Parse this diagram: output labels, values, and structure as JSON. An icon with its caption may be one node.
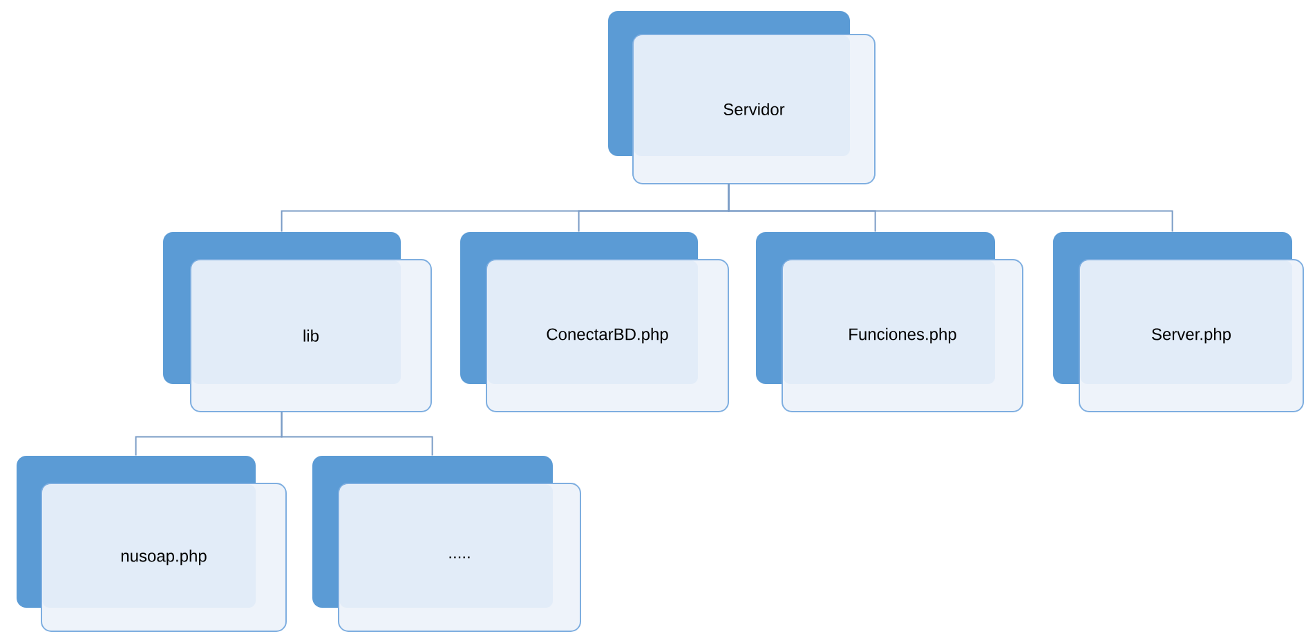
{
  "diagram": {
    "nodes": [
      {
        "text": [
          "Servidor"
        ]
      },
      {
        "text": [
          "lib"
        ]
      },
      {
        "text": [
          "ConectarBD.php"
        ]
      },
      {
        "text": [
          "Funciones.php"
        ]
      },
      {
        "text": [
          "Server.php"
        ]
      },
      {
        "text": [
          "nusoap.php"
        ]
      },
      {
        "text": [
          "....."
        ]
      }
    ],
    "edges": [
      {
        "from": 0,
        "to": 1,
        "arrow": "none"
      },
      {
        "from": 0,
        "to": 2,
        "arrow": "none"
      },
      {
        "from": 0,
        "to": 3,
        "arrow": "none"
      },
      {
        "from": 0,
        "to": 4,
        "arrow": "none"
      },
      {
        "from": 1,
        "to": 5,
        "arrow": "none"
      },
      {
        "from": 1,
        "to": 6,
        "arrow": "none"
      }
    ]
  }
}
